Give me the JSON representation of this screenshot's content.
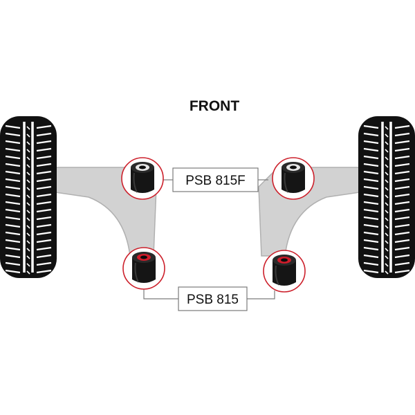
{
  "title": "FRONT",
  "labels": {
    "front_bush": "PSB 815F",
    "rear_bush": "PSB 815"
  },
  "colors": {
    "tyre": "#111111",
    "tread": "#ffffff",
    "arm": "#d2d2d2",
    "arm_outline": "#b0b0b0",
    "highlight_ring": "#cc1f2a",
    "bush_body": "#151515",
    "front_insert": "#e6e6e6",
    "rear_insert": "#d01c2a",
    "leader_line": "#7a7a7a"
  },
  "icons": [
    "tyre-icon",
    "suspension-arm-icon",
    "bush-icon"
  ]
}
